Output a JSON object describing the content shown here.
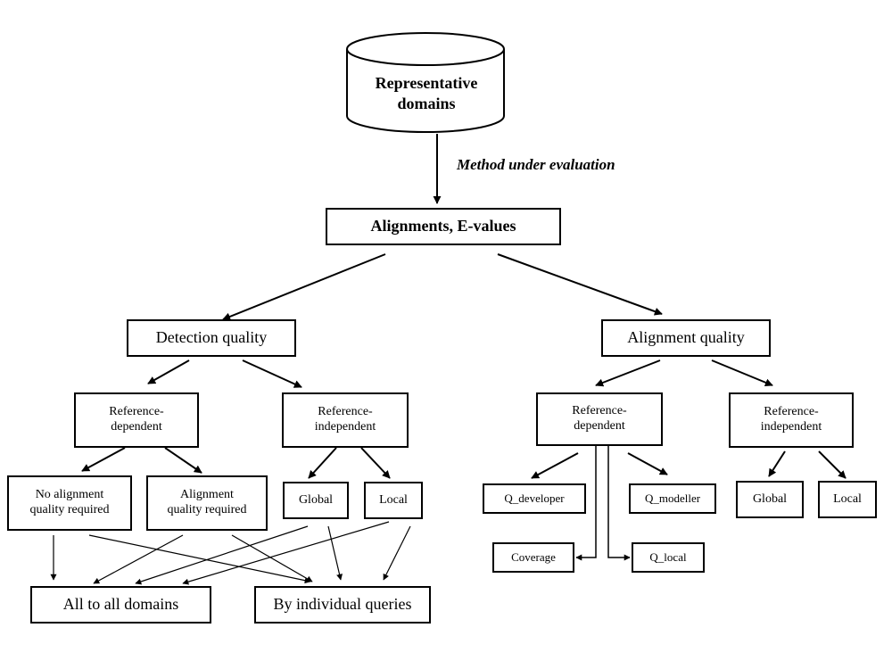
{
  "nodes": {
    "root": "Representative domains",
    "edge_label": "Method under evaluation",
    "alignments": "Alignments, E-values",
    "detection": "Detection quality",
    "alignment_quality": "Alignment quality",
    "det_ref_dep": "Reference-dependent",
    "det_ref_indep": "Reference-independent",
    "no_align": "No alignment quality required",
    "align_req": "Alignment quality required",
    "det_global": "Global",
    "det_local": "Local",
    "all_to_all": "All to all domains",
    "by_queries": "By individual queries",
    "aq_ref_dep": "Reference-dependent",
    "aq_ref_indep": "Reference-independent",
    "q_developer": "Q_developer",
    "q_modeller": "Q_modeller",
    "coverage": "Coverage",
    "q_local": "Q_local",
    "aq_global": "Global",
    "aq_local": "Local"
  }
}
